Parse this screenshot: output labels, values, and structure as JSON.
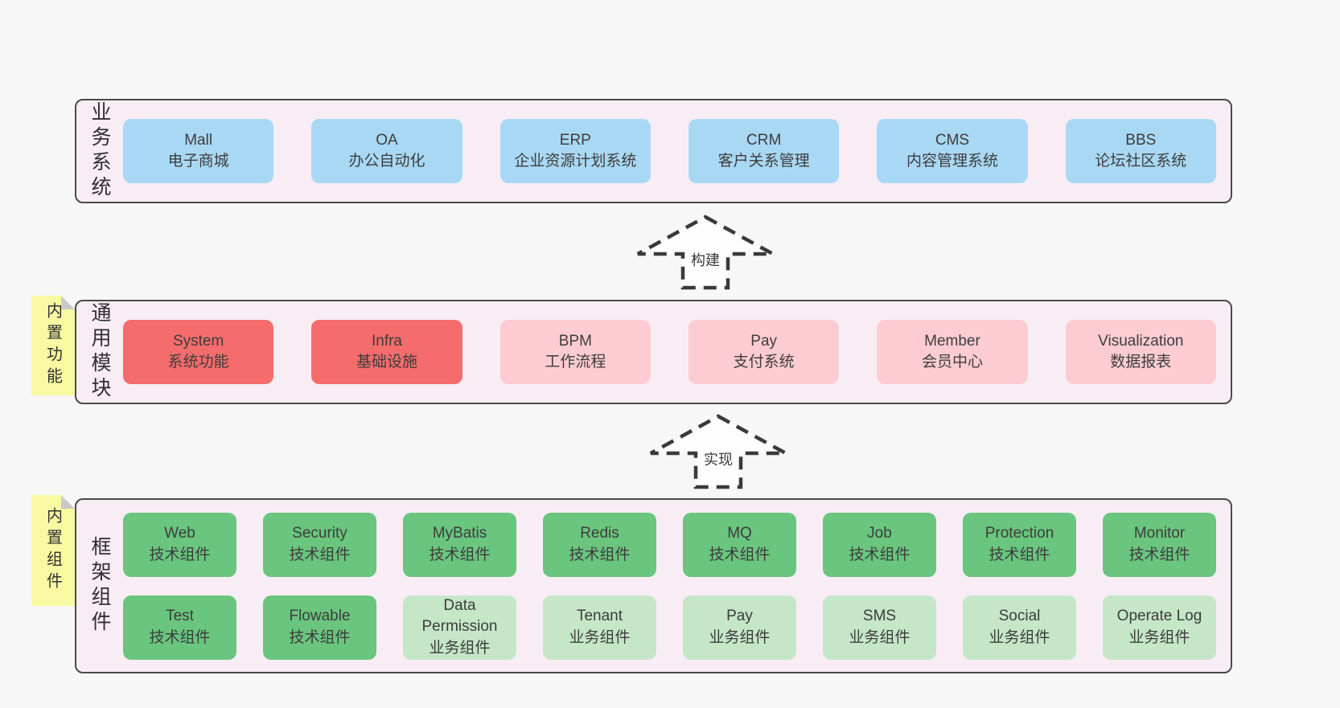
{
  "colors": {
    "blue": "#a9d8f4",
    "red": "#f56c6c",
    "pink": "#fdccd3",
    "green": "#6ac57e",
    "green-light": "#c6e6c8",
    "panel_bg": "#f8edf5",
    "note_yellow": "#f9f9a2",
    "page_bg": "#f7f7f7",
    "panel_border": "#4a4a4a"
  },
  "arrows": [
    {
      "label": "构建"
    },
    {
      "label": "实现"
    }
  ],
  "notes": [
    {
      "text": "内置功能"
    },
    {
      "text": "内置组件"
    }
  ],
  "panels": {
    "business": {
      "label": "业务系统",
      "boxes": [
        {
          "en": "Mall",
          "zh": "电子商城",
          "variant": "blue"
        },
        {
          "en": "OA",
          "zh": "办公自动化",
          "variant": "blue"
        },
        {
          "en": "ERP",
          "zh": "企业资源计划系统",
          "variant": "blue"
        },
        {
          "en": "CRM",
          "zh": "客户关系管理",
          "variant": "blue"
        },
        {
          "en": "CMS",
          "zh": "内容管理系统",
          "variant": "blue"
        },
        {
          "en": "BBS",
          "zh": "论坛社区系统",
          "variant": "blue"
        }
      ]
    },
    "modules": {
      "label": "通用模块",
      "boxes": [
        {
          "en": "System",
          "zh": "系统功能",
          "variant": "red"
        },
        {
          "en": "Infra",
          "zh": "基础设施",
          "variant": "red"
        },
        {
          "en": "BPM",
          "zh": "工作流程",
          "variant": "pink"
        },
        {
          "en": "Pay",
          "zh": "支付系统",
          "variant": "pink"
        },
        {
          "en": "Member",
          "zh": "会员中心",
          "variant": "pink"
        },
        {
          "en": "Visualization",
          "zh": "数据报表",
          "variant": "pink"
        }
      ]
    },
    "components": {
      "label": "框架组件",
      "rows": [
        [
          {
            "en": "Web",
            "zh": "技术组件",
            "variant": "green"
          },
          {
            "en": "Security",
            "zh": "技术组件",
            "variant": "green"
          },
          {
            "en": "MyBatis",
            "zh": "技术组件",
            "variant": "green"
          },
          {
            "en": "Redis",
            "zh": "技术组件",
            "variant": "green"
          },
          {
            "en": "MQ",
            "zh": "技术组件",
            "variant": "green"
          },
          {
            "en": "Job",
            "zh": "技术组件",
            "variant": "green"
          },
          {
            "en": "Protection",
            "zh": "技术组件",
            "variant": "green"
          },
          {
            "en": "Monitor",
            "zh": "技术组件",
            "variant": "green"
          }
        ],
        [
          {
            "en": "Test",
            "zh": "技术组件",
            "variant": "green"
          },
          {
            "en": "Flowable",
            "zh": "技术组件",
            "variant": "green"
          },
          {
            "en": "Data Permission",
            "zh": "业务组件",
            "variant": "green-light"
          },
          {
            "en": "Tenant",
            "zh": "业务组件",
            "variant": "green-light"
          },
          {
            "en": "Pay",
            "zh": "业务组件",
            "variant": "green-light"
          },
          {
            "en": "SMS",
            "zh": "业务组件",
            "variant": "green-light"
          },
          {
            "en": "Social",
            "zh": "业务组件",
            "variant": "green-light"
          },
          {
            "en": "Operate Log",
            "zh": "业务组件",
            "variant": "green-light"
          }
        ]
      ]
    }
  }
}
